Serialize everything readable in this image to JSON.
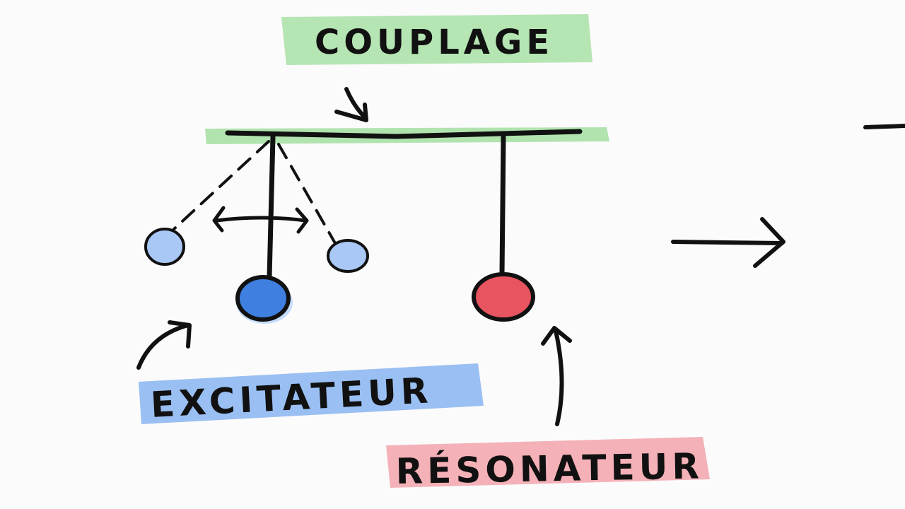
{
  "labels": {
    "coupling": "COUPLAGE",
    "exciter": "EXCITATEUR",
    "resonator": "RÉSONATEUR"
  },
  "colors": {
    "ink": "#111111",
    "coupling_highlight": "#a8e0a6",
    "exciter_highlight": "#8fb8f2",
    "resonator_highlight": "#f4a9b0",
    "exciter_bob": "#3f7fe0",
    "exciter_ghost_bob": "#a9c8f5",
    "resonator_bob": "#e8545f",
    "background": "#fbfbfb"
  },
  "icons": [
    "curved-arrow-icon",
    "double-headed-arrow-icon",
    "right-arrow-icon"
  ]
}
